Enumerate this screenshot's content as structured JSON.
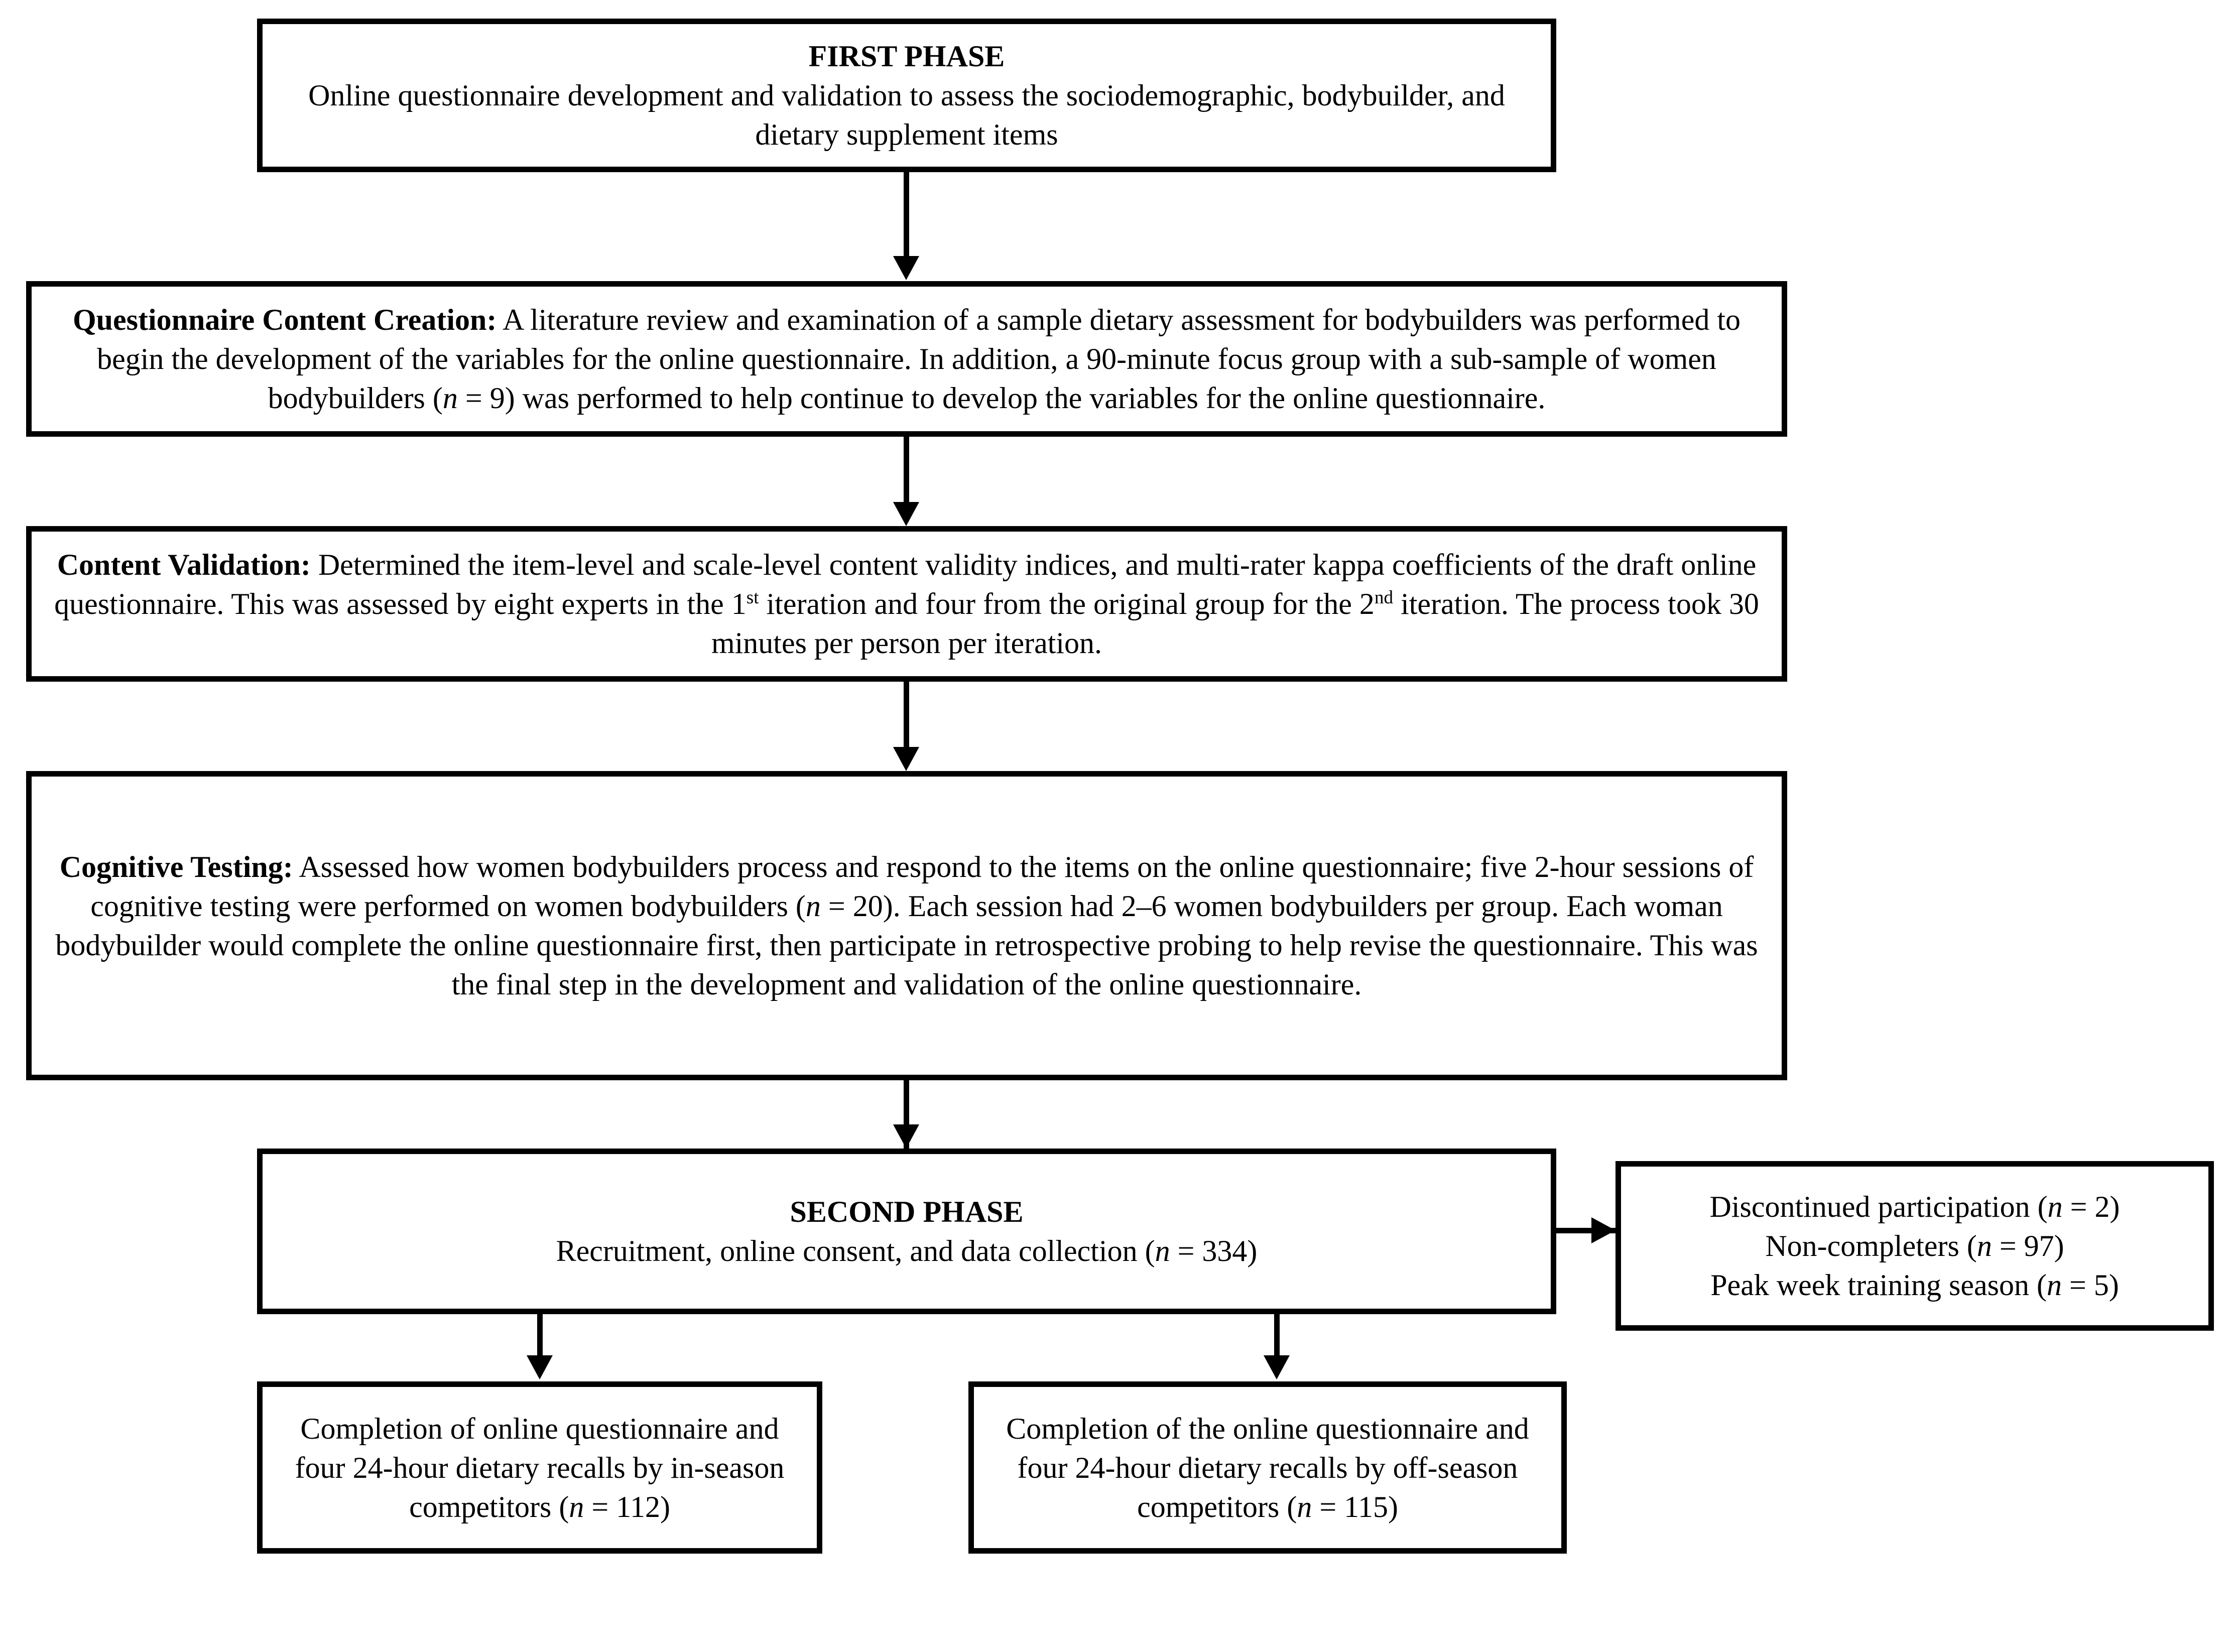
{
  "diagram": {
    "title": "Two-phase study flowchart",
    "type": "flowchart",
    "line_color": "#000000",
    "background_color": "#ffffff"
  },
  "boxes": {
    "first_phase": {
      "heading": "FIRST PHASE",
      "body": "Online questionnaire development and validation to assess the sociodemographic, bodybuilder, and dietary supplement items"
    },
    "questionnaire_content_creation": {
      "label": "Questionnaire Content Creation:",
      "body_part1": " A literature review and examination of a sample dietary assessment for bodybuilders was performed to begin the development of the variables for the online questionnaire. In addition, a 90-minute focus group with a sub-sample of women bodybuilders (",
      "n_symbol": "n",
      "n_value": " = 9) ",
      "body_part2": "was performed to help continue to develop the variables for the online questionnaire."
    },
    "content_validation": {
      "label": "Content Validation:",
      "body_part1": " Determined the item-level and scale-level content validity indices, and multi-rater kappa coefficients of the draft online questionnaire. This was assessed by eight experts in the 1",
      "ord1": "st",
      "body_part2": " iteration and four from the original group for the 2",
      "ord2": "nd",
      "body_part3": " iteration. The process took 30 minutes per person per iteration."
    },
    "cognitive_testing": {
      "label": "Cognitive Testing:",
      "body_part1": " Assessed how women bodybuilders process and respond to the items on the online questionnaire; five 2-hour sessions of cognitive testing were performed on women bodybuilders (",
      "n_symbol": "n",
      "n_value": " = 20). ",
      "body_part2": "Each session had 2–6 women bodybuilders per group. Each woman bodybuilder would complete the online questionnaire first, then participate in retrospective probing to help revise the questionnaire. This was the final step in the development and validation of the online questionnaire."
    },
    "second_phase": {
      "heading": "SECOND PHASE",
      "body_part1": "Recruitment, online consent, and data collection (",
      "n_symbol": "n",
      "n_value": " = 334)"
    },
    "exclusions": {
      "lines": [
        {
          "text": "Discontinued participation (",
          "n_symbol": "n",
          "n_value": " = 2)"
        },
        {
          "text": "Non-completers (",
          "n_symbol": "n",
          "n_value": " = 97)"
        },
        {
          "text": "Peak week training season (",
          "n_symbol": "n",
          "n_value": " = 5)"
        }
      ]
    },
    "in_season": {
      "body_part1": "Completion of online questionnaire and four 24-hour dietary recalls by in-season competitors (",
      "n_symbol": "n",
      "n_value": " = 112)"
    },
    "off_season": {
      "body_part1": "Completion of the online questionnaire and four 24-hour dietary recalls by off-season competitors (",
      "n_symbol": "n",
      "n_value": " = 115)"
    }
  }
}
